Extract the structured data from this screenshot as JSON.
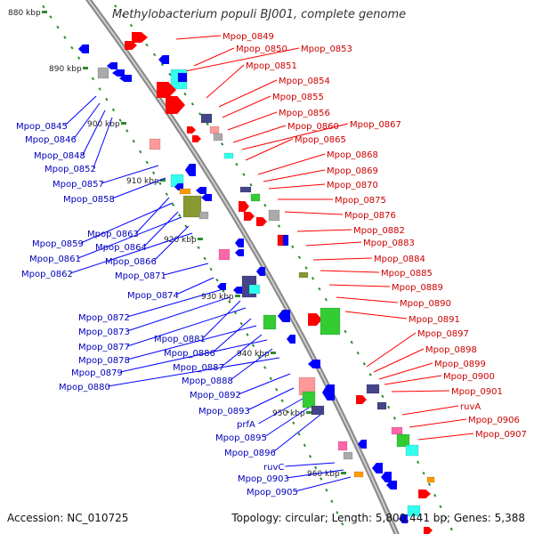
{
  "title": "Methylobacterium populi BJ001, complete genome",
  "footer": {
    "accession": "Accession: NC_010725",
    "summary": "Topology: circular; Length: 5,800,441 bp; Genes: 5,388"
  },
  "colors": {
    "forward_label": "#cc0000",
    "reverse_label": "#0000bb",
    "forward_gene": "#ff0000",
    "reverse_gene": "#0000ff",
    "backbone": "#999999",
    "tick": "#2e8b2e",
    "cds_teal": "#33ffee",
    "cds_green": "#33cc33",
    "cds_olive": "#889933",
    "cds_pink": "#ff66aa",
    "cds_gray": "#aaaaaa",
    "cds_orange": "#ff9900",
    "cds_navy": "#444488",
    "cds_salmon": "#ff9999"
  },
  "scale_labels": [
    "880 kbp",
    "890 kbp",
    "900 kbp",
    "910 kbp",
    "920 kbp",
    "930 kbp",
    "940 kbp",
    "950 kbp",
    "960 kbp"
  ],
  "forward_genes": [
    "Mpop_0849",
    "Mpop_0850",
    "Mpop_0853",
    "Mpop_0851",
    "Mpop_0854",
    "Mpop_0855",
    "Mpop_0856",
    "Mpop_0860",
    "Mpop_0867",
    "Mpop_0865",
    "Mpop_0868",
    "Mpop_0869",
    "Mpop_0870",
    "Mpop_0875",
    "Mpop_0876",
    "Mpop_0882",
    "Mpop_0883",
    "Mpop_0884",
    "Mpop_0885",
    "Mpop_0889",
    "Mpop_0890",
    "Mpop_0891",
    "Mpop_0897",
    "Mpop_0898",
    "Mpop_0899",
    "Mpop_0900",
    "Mpop_0901",
    "ruvA",
    "Mpop_0906",
    "Mpop_0907"
  ],
  "reverse_genes": [
    "Mpop_0845",
    "Mpop_0846",
    "Mpop_0848",
    "Mpop_0852",
    "Mpop_0857",
    "Mpop_0858",
    "Mpop_0863",
    "Mpop_0859",
    "Mpop_0864",
    "Mpop_0861",
    "Mpop_0866",
    "Mpop_0862",
    "Mpop_0871",
    "Mpop_0874",
    "Mpop_0872",
    "Mpop_0873",
    "Mpop_0881",
    "Mpop_0877",
    "Mpop_0886",
    "Mpop_0878",
    "Mpop_0887",
    "Mpop_0879",
    "Mpop_0888",
    "Mpop_0880",
    "Mpop_0892",
    "Mpop_0893",
    "prfA",
    "Mpop_0895",
    "Mpop_0896",
    "ruvC",
    "Mpop_0903",
    "Mpop_0905"
  ]
}
